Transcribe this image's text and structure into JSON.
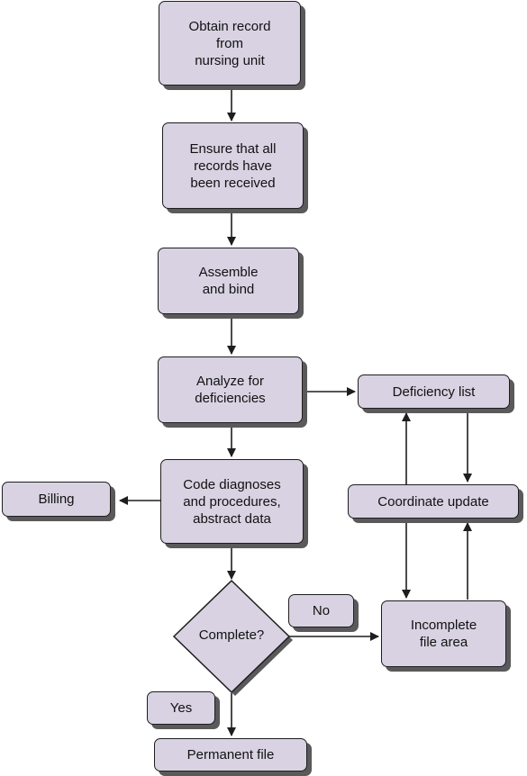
{
  "nodes": {
    "obtain": "Obtain record\nfrom\nnursing unit",
    "ensure": "Ensure that all\nrecords have\nbeen received",
    "assemble": "Assemble\nand bind",
    "analyze": "Analyze for\ndeficiencies",
    "code": "Code diagnoses\nand procedures,\nabstract data",
    "complete": "Complete?",
    "permanent": "Permanent file",
    "billing": "Billing",
    "deficiency": "Deficiency list",
    "coordinate": "Coordinate update",
    "incomplete": "Incomplete\nfile area",
    "no": "No",
    "yes": "Yes"
  },
  "colors": {
    "fill": "#d8d2e2",
    "stroke": "#1e1e1e",
    "shadow": "#5a5a5a"
  }
}
